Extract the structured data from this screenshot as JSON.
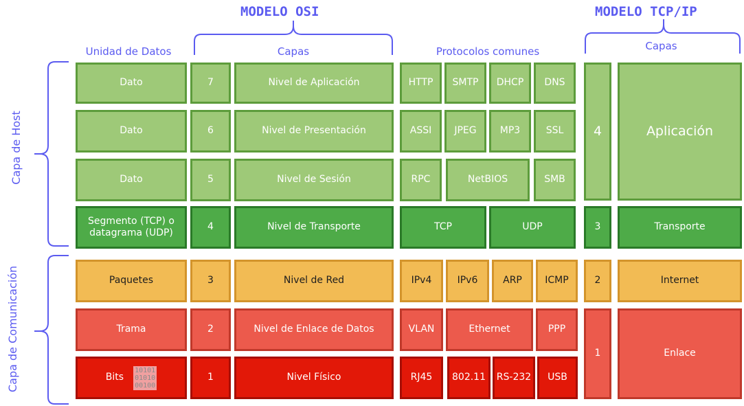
{
  "titles": {
    "osi": "MODELO  OSI",
    "tcpip": "MODELO  TCP/IP"
  },
  "headers": {
    "data_unit": "Unidad de Datos",
    "osi_layers": "Capas",
    "protocols": "Protocolos comunes",
    "tcpip_layers": "Capas"
  },
  "side_labels": {
    "host": "Capa de Host",
    "communication": "Capa de Comunicación"
  },
  "data_units": [
    "Dato",
    "Dato",
    "Dato",
    "Segmento (TCP) o datagrama (UDP)",
    "Paquetes",
    "Trama",
    "Bits"
  ],
  "binary_icon": [
    "10101",
    "01010",
    "00100"
  ],
  "osi_numbers": [
    "7",
    "6",
    "5",
    "4",
    "3",
    "2",
    "1"
  ],
  "osi_names": [
    "Nivel de Aplicación",
    "Nivel de Presentación",
    "Nivel de Sesión",
    "Nivel de Transporte",
    "Nivel de Red",
    "Nivel de Enlace de Datos",
    "Nivel Físico"
  ],
  "protocols": [
    [
      "HTTP",
      "SMTP",
      "DHCP",
      "DNS"
    ],
    [
      "ASSI",
      "JPEG",
      "MP3",
      "SSL"
    ],
    [
      "RPC",
      "NetBIOS",
      "SMB"
    ],
    [
      "TCP",
      "UDP"
    ],
    [
      "IPv4",
      "IPv6",
      "ARP",
      "ICMP"
    ],
    [
      "VLAN",
      "Ethernet",
      "PPP"
    ],
    [
      "RJ45",
      "802.11",
      "RS-232",
      "USB"
    ]
  ],
  "tcpip_numbers": [
    "4",
    "3",
    "2",
    "1"
  ],
  "tcpip_names": [
    "Aplicación",
    "Transporte",
    "Internet",
    "Enlace"
  ]
}
